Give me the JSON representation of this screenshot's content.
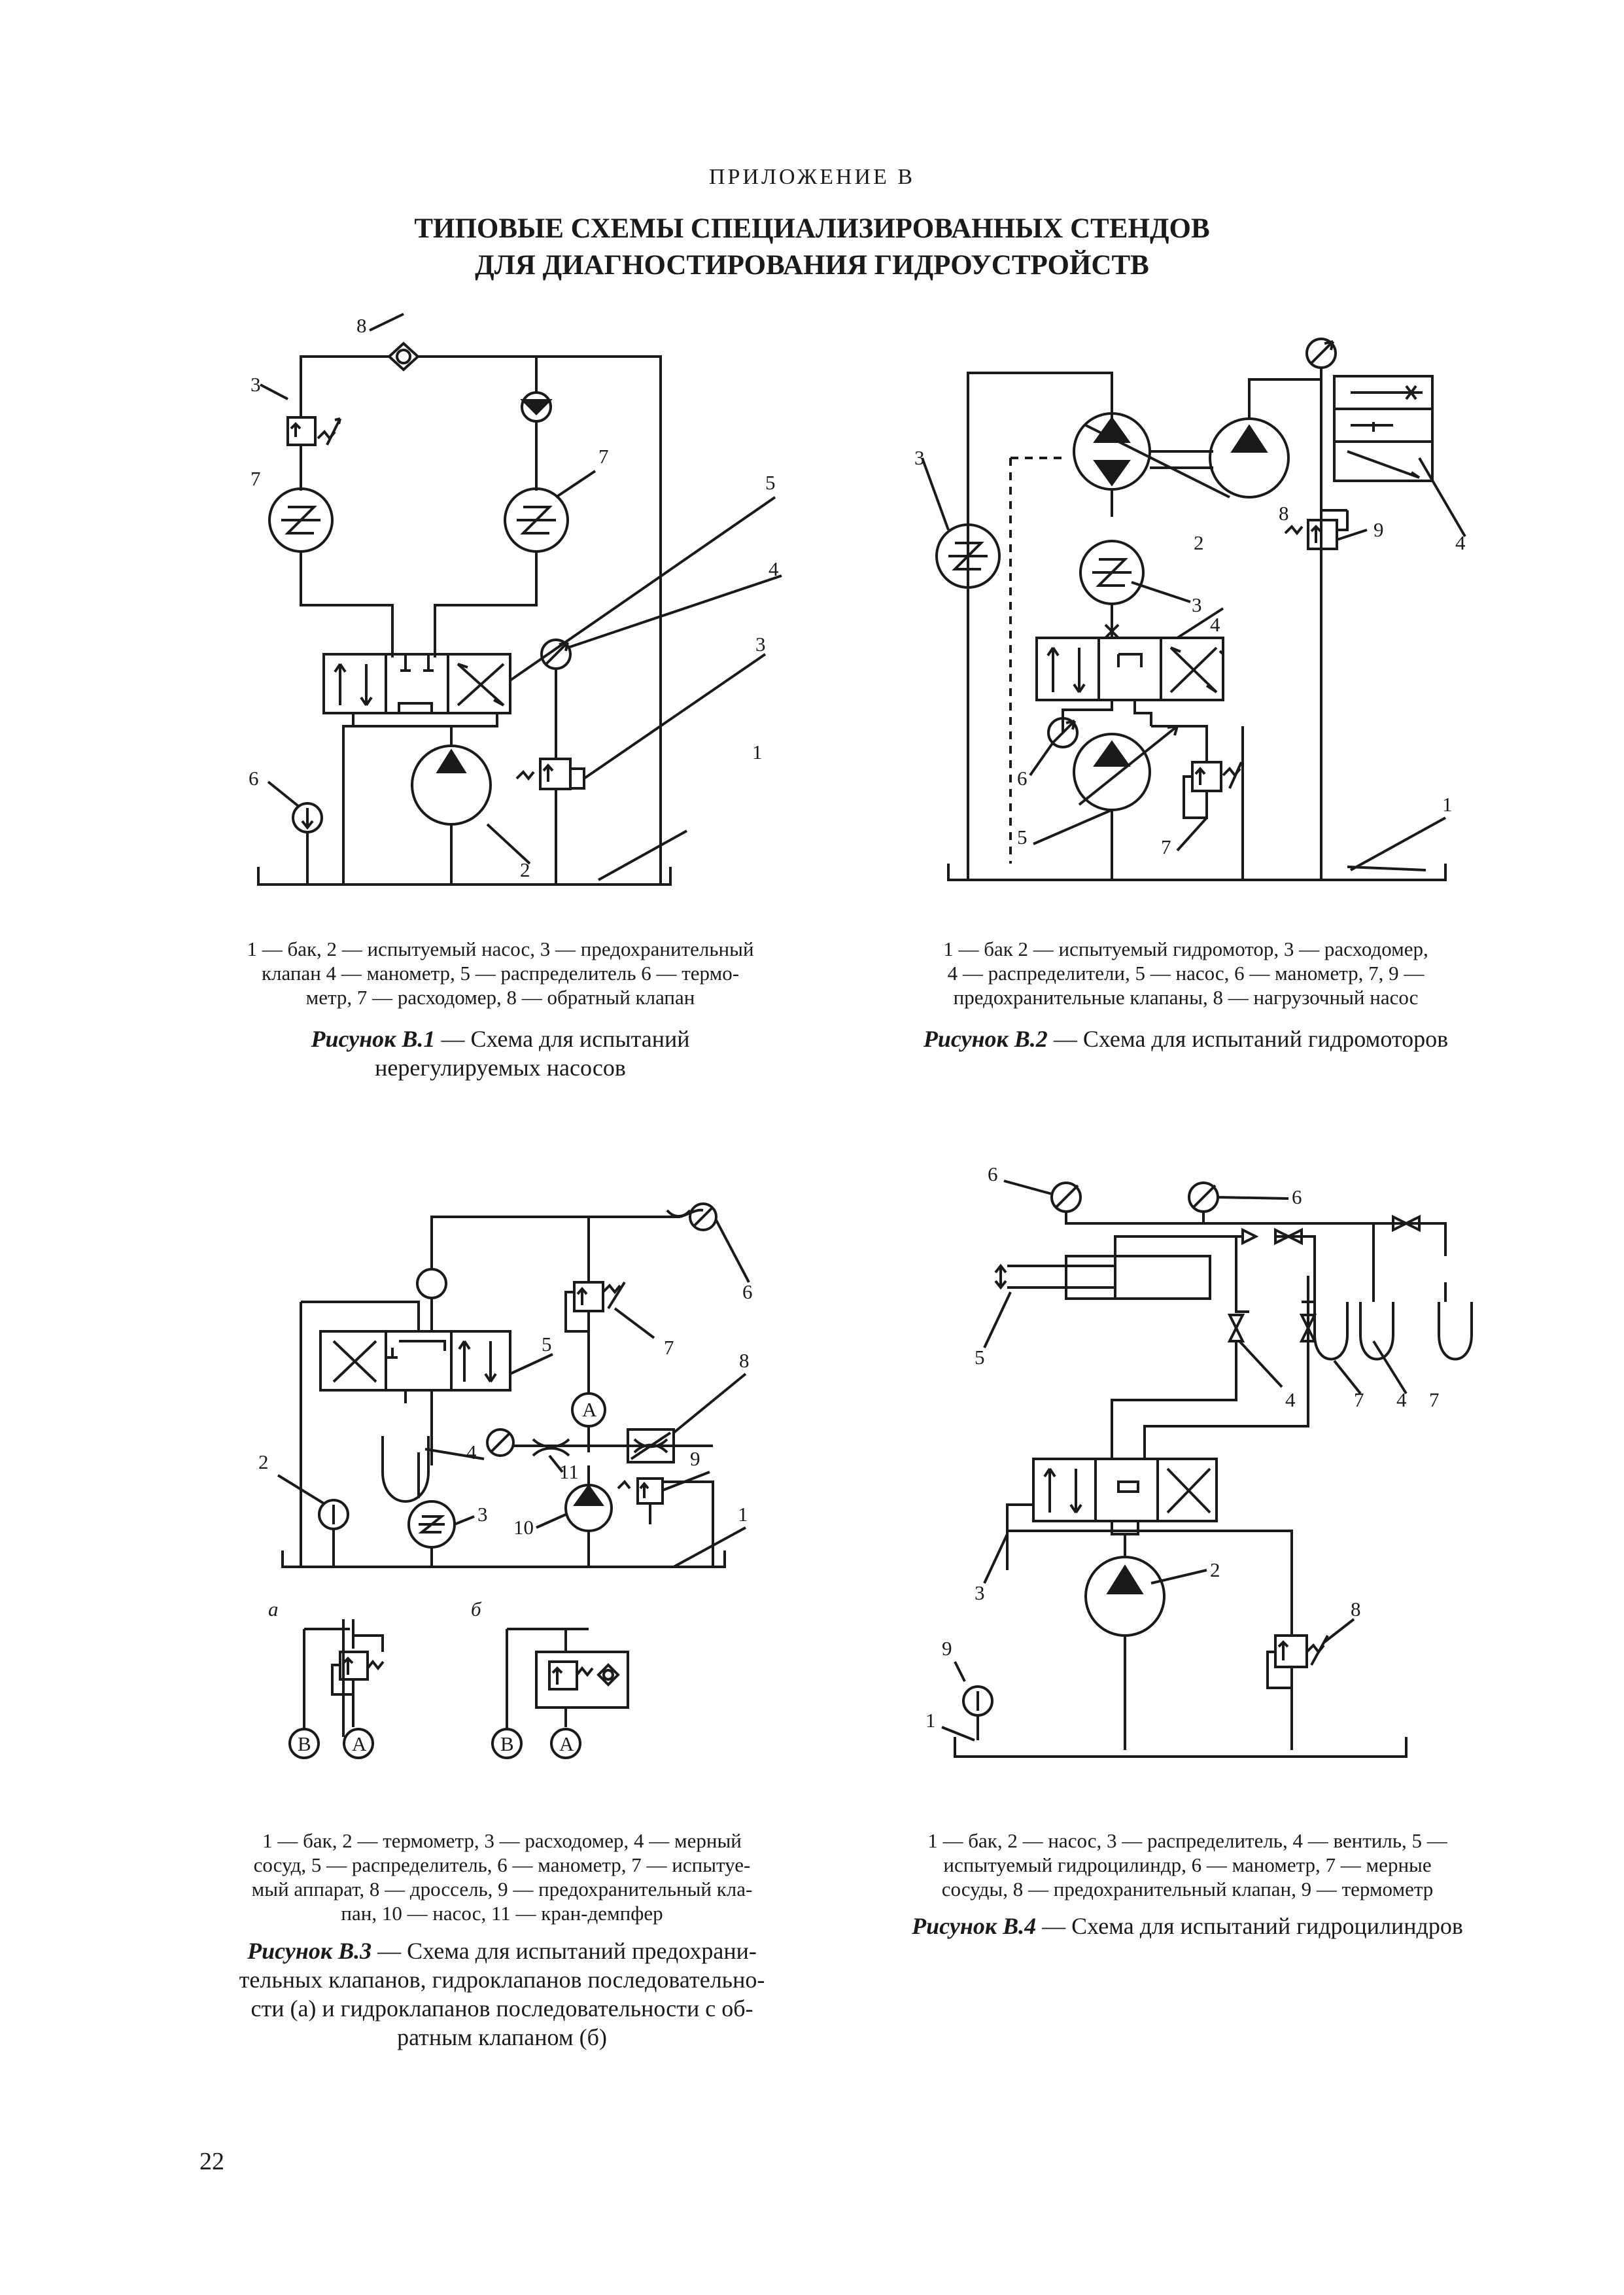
{
  "header": {
    "appendix": "ПРИЛОЖЕНИЕ В",
    "title_line1": "ТИПОВЫЕ СХЕМЫ СПЕЦИАЛИЗИРОВАННЫХ СТЕНДОВ",
    "title_line2": "ДЛЯ ДИАГНОСТИРОВАНИЯ ГИДРОУСТРОЙСТВ"
  },
  "figures": [
    {
      "caption_lines": [
        "1 — бак, 2 — испытуемый насос, 3 — предохранительный",
        "клапан 4 — манометр, 5 — распределитель 6 — термо-",
        "метр, 7 — расходомер, 8 — обратный клапан"
      ],
      "title_label": "Рисунок В.1",
      "title_text": " — Схема для испытаний",
      "title_line2": "нерегулируемых насосов",
      "markers": {
        "m1": "1",
        "m2": "2",
        "m3a": "3",
        "m3b": "3",
        "m4": "4",
        "m5": "5",
        "m6": "6",
        "m7a": "7",
        "m7b": "7",
        "m8": "8"
      }
    },
    {
      "caption_lines": [
        "1 — бак 2 — испытуемый гидромотор, 3 — расходомер,",
        "4 — распределители, 5 — насос, 6 — манометр, 7, 9 —",
        "предохранительные клапаны, 8 — нагрузочный насос"
      ],
      "title_label": "Рисунок В.2",
      "title_text": " — Схема для испытаний гидромоторов",
      "markers": {
        "m1": "1",
        "m2": "2",
        "m3a": "3",
        "m3b": "3",
        "m4a": "4",
        "m4b": "4",
        "m5": "5",
        "m6": "6",
        "m7": "7",
        "m8": "8",
        "m9": "9"
      }
    },
    {
      "caption_lines": [
        "1 — бак, 2 — термометр, 3 — расходомер, 4 — мерный",
        "сосуд, 5 — распределитель, 6 — манометр, 7 — испытуе-",
        "мый аппарат, 8 — дроссель, 9 — предохранительный кла-",
        "пан, 10 — насос, 11 — кран-демпфер"
      ],
      "title_label": "Рисунок В.3",
      "title_text": " — Схема для испытаний предохрани-",
      "title_lines": [
        "тельных клапанов, гидроклапанов последовательно-",
        "сти (а) и гидроклапанов последовательности с об-",
        "ратным клапаном (б)"
      ],
      "markers": {
        "m1": "1",
        "m2": "2",
        "m3": "3",
        "m4": "4",
        "m5": "5",
        "m6": "6",
        "m7": "7",
        "m8": "8",
        "m9": "9",
        "m10": "10",
        "m11": "11",
        "sub_a": "а",
        "sub_b": "б",
        "A1": "A",
        "B1": "B",
        "A2": "A",
        "B2": "B"
      }
    },
    {
      "caption_lines": [
        "1 — бак, 2 — насос, 3 — распределитель, 4 — вентиль, 5 —",
        "испытуемый гидроцилиндр, 6 — манометр, 7 — мерные",
        "сосуды, 8 — предохранительный клапан, 9 — термометр"
      ],
      "title_label": "Рисунок В.4",
      "title_text": " — Схема для испытаний гидроцилиндров",
      "markers": {
        "m1": "1",
        "m2": "2",
        "m3": "3",
        "m4a": "4",
        "m4b": "4",
        "m5": "5",
        "m6a": "6",
        "m6b": "6",
        "m7a": "7",
        "m7b": "7",
        "m8": "8",
        "m9": "9"
      }
    }
  ],
  "page_number": "22"
}
